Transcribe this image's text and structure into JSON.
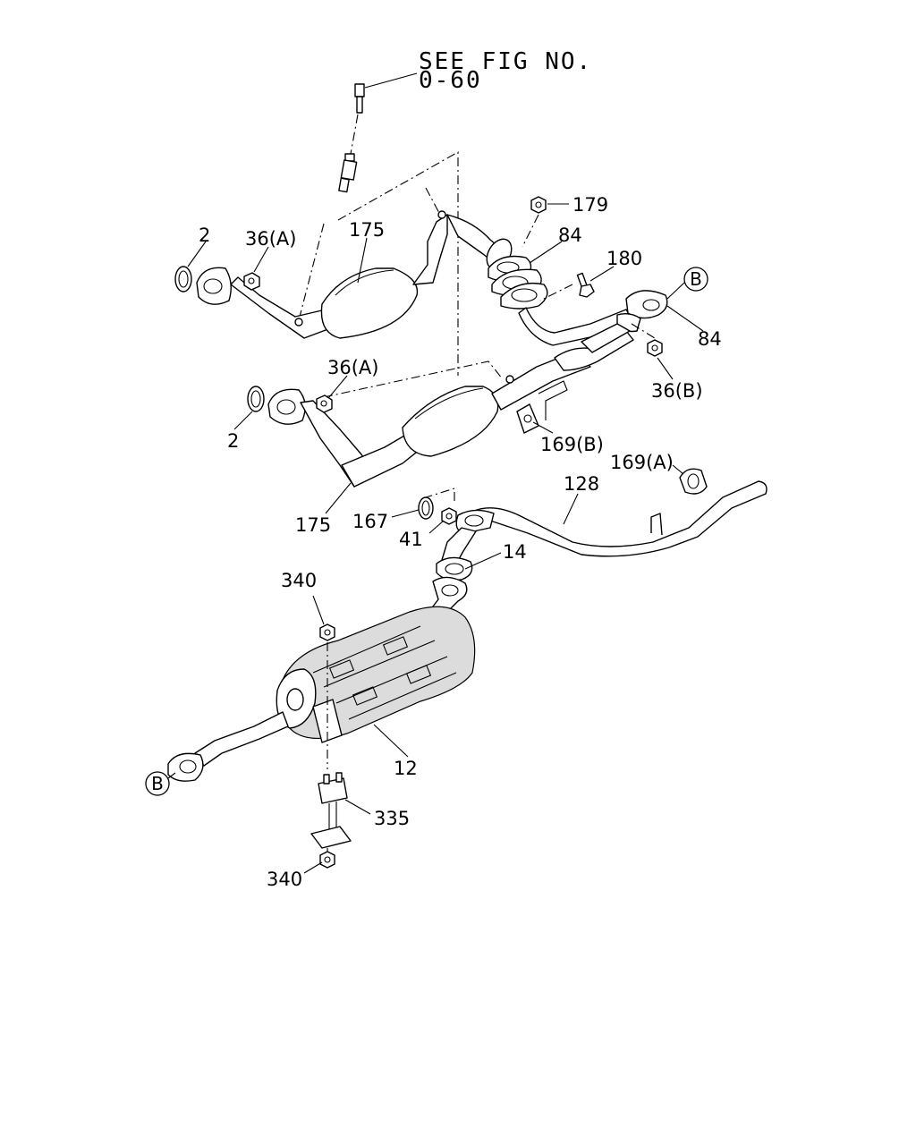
{
  "reference": {
    "line1": "SEE FIG NO.",
    "line2": "0-60"
  },
  "callouts": {
    "c2a": "2",
    "c2b": "2",
    "c36a_top": "36(A)",
    "c36a_mid": "36(A)",
    "c36b": "36(B)",
    "c175_top": "175",
    "c175_bot": "175",
    "c179": "179",
    "c84_top": "84",
    "c84_right": "84",
    "c180": "180",
    "c169b": "169(B)",
    "c169a": "169(A)",
    "c128": "128",
    "c167": "167",
    "c41": "41",
    "c14": "14",
    "c340_top": "340",
    "c340_bot": "340",
    "c12": "12",
    "c335": "335"
  },
  "connectors": {
    "b_right": "B",
    "b_left": "B"
  }
}
